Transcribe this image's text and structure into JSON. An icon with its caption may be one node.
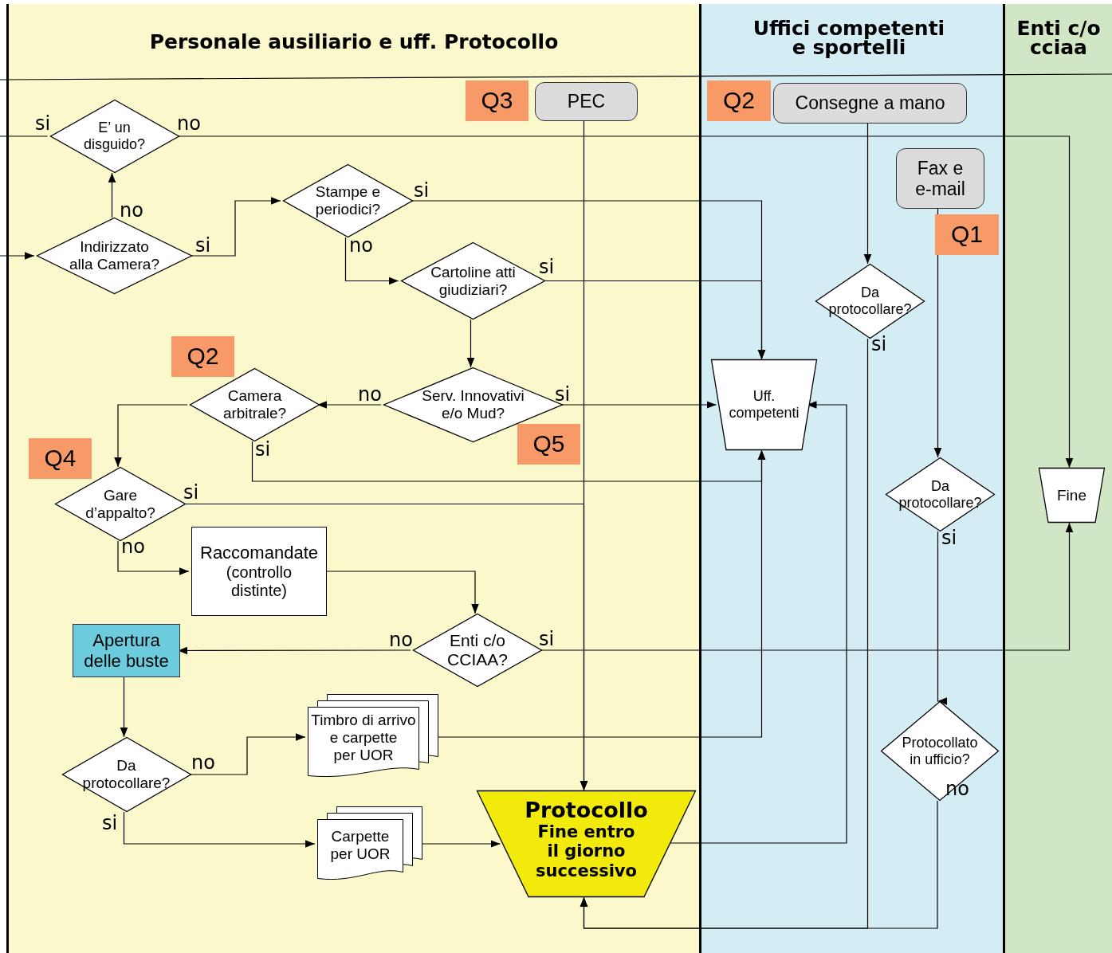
{
  "diagram": {
    "nodes": [
      {
        "text": [
          "Personale ausiliario e uff. Protocollo"
        ]
      },
      {
        "text": [
          "Uffici competenti e sportelli"
        ]
      },
      {
        "text": [
          "Enti c/o cciaa"
        ]
      },
      {
        "text": [
          "E’ un disguido?"
        ],
        "in": 0
      },
      {
        "text": [
          "Indirizzato alla Camera?"
        ],
        "in": 0
      },
      {
        "text": [
          "Stampe e periodici?"
        ],
        "in": 0
      },
      {
        "text": [
          "Cartoline atti giudiziari?"
        ],
        "in": 0
      },
      {
        "text": [
          "Serv. Innovativi e/o Mud?"
        ],
        "in": 0
      },
      {
        "text": [
          "Camera arbitrale?"
        ],
        "in": 0
      },
      {
        "text": [
          "Gare d’appalto?"
        ],
        "in": 0
      },
      {
        "text": [
          "Raccomandate",
          "(controllo distinte)"
        ],
        "in": 0
      },
      {
        "text": [
          "Enti c/o CCIAA?"
        ],
        "in": 0
      },
      {
        "text": [
          "Apertura delle buste"
        ],
        "in": 0
      },
      {
        "text": [
          "Da protocollare?"
        ],
        "in": 0
      },
      {
        "text": [
          "Timbro di arrivo e carpette per UOR"
        ],
        "in": 0
      },
      {
        "text": [
          "Carpette per  UOR"
        ],
        "in": 0
      },
      {
        "text": [
          "Protocollo",
          "Fine entro il giorno successivo"
        ],
        "in": 0
      },
      {
        "text": [
          "PEC"
        ],
        "in": 0
      },
      {
        "text": [
          "Consegne a mano"
        ],
        "in": 1
      },
      {
        "text": [
          "Fax e e-mail"
        ],
        "in": 1
      },
      {
        "text": [
          "Da protocollare?"
        ],
        "in": 1
      },
      {
        "text": [
          "Uff. competenti"
        ],
        "in": 1
      },
      {
        "text": [
          "Da protocollare?"
        ],
        "in": 1
      },
      {
        "text": [
          "Protocollato in ufficio?"
        ],
        "in": 1
      },
      {
        "text": [
          "Fine"
        ],
        "in": 2
      },
      {
        "text": [
          "Q3"
        ],
        "in": 0
      },
      {
        "text": [
          "Q2"
        ],
        "in": 1
      },
      {
        "text": [
          "Q1"
        ],
        "in": 1
      },
      {
        "text": [
          "Q2"
        ],
        "in": 0
      },
      {
        "text": [
          "Q4"
        ],
        "in": 0
      },
      {
        "text": [
          "Q5"
        ],
        "in": 0
      }
    ],
    "edges": [
      {
        "from": null,
        "to": 4,
        "arrow": "to"
      },
      {
        "from": 4,
        "to": 3,
        "arrow": "to",
        "label": "no"
      },
      {
        "from": 3,
        "to": null,
        "arrow": "none",
        "label": "si"
      },
      {
        "from": 3,
        "to": 24,
        "arrow": "to",
        "label": "no"
      },
      {
        "from": 4,
        "to": 5,
        "arrow": "to",
        "label": "si"
      },
      {
        "from": 5,
        "to": 21,
        "arrow": "to",
        "label": "si"
      },
      {
        "from": 5,
        "to": 6,
        "arrow": "to",
        "label": "no"
      },
      {
        "from": 6,
        "to": 21,
        "arrow": "to",
        "label": "si"
      },
      {
        "from": 6,
        "to": 7,
        "arrow": "to"
      },
      {
        "from": 7,
        "to": 8,
        "arrow": "to",
        "label": "no"
      },
      {
        "from": 7,
        "to": 21,
        "arrow": "to",
        "label": "si"
      },
      {
        "from": 8,
        "to": 9,
        "arrow": "to"
      },
      {
        "from": 8,
        "to": 21,
        "arrow": "to",
        "label": "si"
      },
      {
        "from": 9,
        "to": 16,
        "arrow": "to",
        "label": "si"
      },
      {
        "from": 9,
        "to": 10,
        "arrow": "to",
        "label": "no"
      },
      {
        "from": 10,
        "to": 11,
        "arrow": "to"
      },
      {
        "from": 11,
        "to": 12,
        "arrow": "to",
        "label": "no"
      },
      {
        "from": 11,
        "to": 24,
        "arrow": "to",
        "label": "si"
      },
      {
        "from": 12,
        "to": 13,
        "arrow": "to"
      },
      {
        "from": 13,
        "to": 14,
        "arrow": "to",
        "label": "no"
      },
      {
        "from": 13,
        "to": 15,
        "arrow": "to",
        "label": "si"
      },
      {
        "from": 14,
        "to": 21,
        "arrow": "to"
      },
      {
        "from": 15,
        "to": 16,
        "arrow": "to"
      },
      {
        "from": 16,
        "to": 21,
        "arrow": "to"
      },
      {
        "from": 17,
        "to": 16,
        "arrow": "to"
      },
      {
        "from": 18,
        "to": 20,
        "arrow": "to"
      },
      {
        "from": 20,
        "to": 16,
        "arrow": "to",
        "label": "si"
      },
      {
        "from": 19,
        "to": 22,
        "arrow": "to"
      },
      {
        "from": 22,
        "to": 23,
        "arrow": "to",
        "label": "si"
      },
      {
        "from": 23,
        "to": 16,
        "arrow": "to",
        "label": "no"
      }
    ]
  }
}
